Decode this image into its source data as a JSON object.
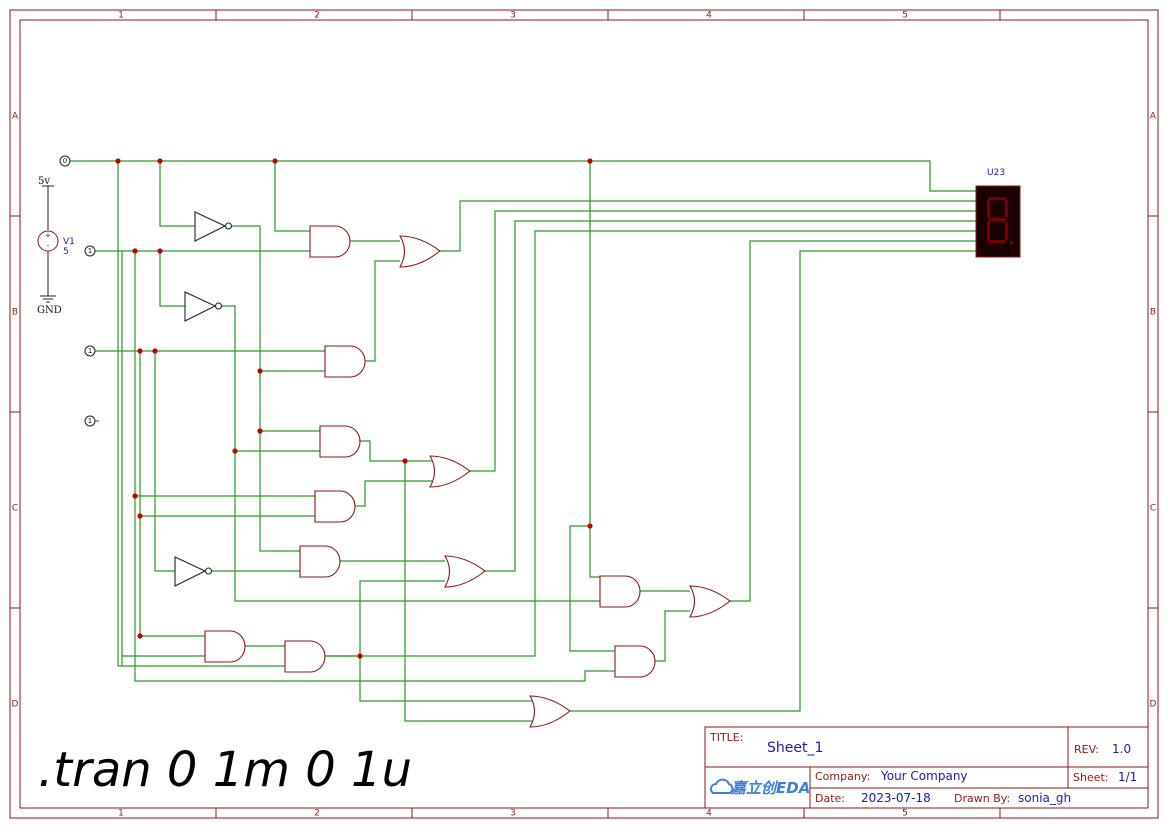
{
  "frame": {
    "columns": [
      "1",
      "2",
      "3",
      "4",
      "5"
    ],
    "rows": [
      "A",
      "B",
      "C",
      "D"
    ]
  },
  "inputs": [
    {
      "label": "0"
    },
    {
      "label": "1"
    },
    {
      "label": "1"
    },
    {
      "label": "1"
    }
  ],
  "source": {
    "rail_label": "5v",
    "designator": "V1",
    "value": "5",
    "ground_label": "GND"
  },
  "display": {
    "designator": "U23"
  },
  "simulation": {
    "directive": ".tran 0 1m 0 1u"
  },
  "title_block": {
    "title_key": "TITLE:",
    "title": "Sheet_1",
    "rev_key": "REV:",
    "rev": "1.0",
    "company_key": "Company:",
    "company": "Your Company",
    "sheet_key": "Sheet:",
    "sheet": "1/1",
    "date_key": "Date:",
    "date": "2023-07-18",
    "drawn_by_key": "Drawn By:",
    "drawn_by": "sonia_gh",
    "logo_text": "嘉立创EDA"
  },
  "colors": {
    "frame": "#8b1a1a",
    "wire": "#2a9a2a",
    "junction": "#c00000",
    "label_blue": "#1a1ab0",
    "logo_blue": "#3c7fd8"
  }
}
